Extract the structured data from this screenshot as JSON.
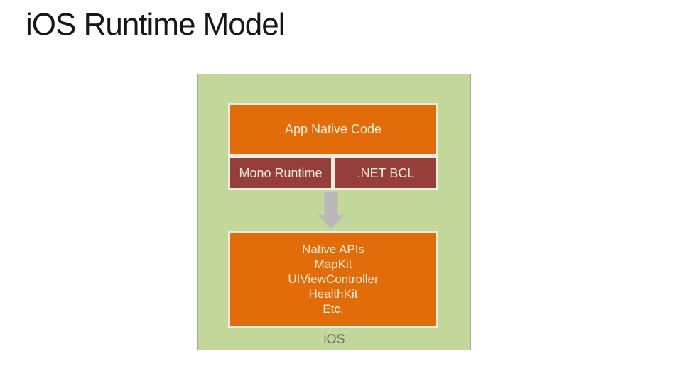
{
  "slide": {
    "title": "iOS Runtime Model"
  },
  "diagram": {
    "app_box": {
      "label": "App Native Code"
    },
    "mono_box": {
      "label": "Mono Runtime"
    },
    "bcl_box": {
      "label": ".NET BCL"
    },
    "native_apis_box": {
      "heading": "Native APIs",
      "items": [
        "MapKit",
        "UIViewController",
        "HealthKit",
        "Etc."
      ]
    },
    "platform_label": "iOS"
  },
  "colors": {
    "panel_green": "#c4d79b",
    "box_orange": "#e36c0a",
    "box_dark_red": "#963e3a",
    "box_border_cream": "#eeece1",
    "arrow_gray": "#b9b9b9",
    "title_text": "#161616",
    "box_text": "#f3edd5",
    "platform_text": "#6e6e64"
  }
}
